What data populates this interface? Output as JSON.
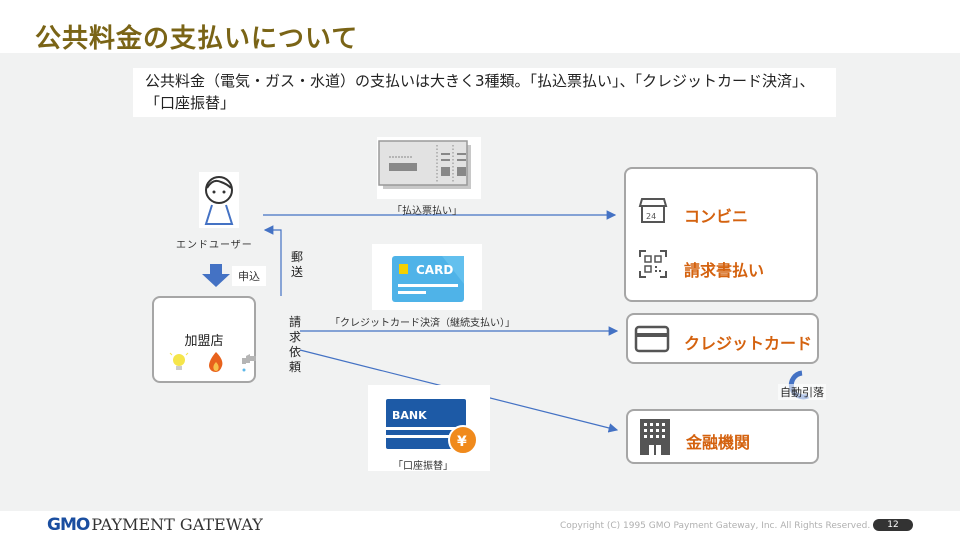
{
  "title": "公共料金の支払いについて",
  "intro_text": "公共料金（電気・ガス・水道）の支払いは大きく3種類。「払込票払い」、「クレジットカード決済」、「口座振替」",
  "diagram": {
    "end_user": {
      "label": "エンドユーザー",
      "icon": "person-icon"
    },
    "merchant": {
      "label": "加盟店",
      "icons": [
        "lightbulb-icon",
        "flame-icon",
        "faucet-icon"
      ]
    },
    "apply_label": "申込",
    "mail_label": "郵送",
    "request_label": "請求依頼",
    "methods": [
      {
        "label": "「払込票払い」",
        "icon": "payment-slip-icon"
      },
      {
        "label": "「クレジットカード決済（継続支払い）」",
        "icon": "credit-card-icon",
        "card_text": "CARD"
      },
      {
        "label": "「口座振替」",
        "icon": "bank-card-icon",
        "card_text": "BANK",
        "badge": "¥"
      }
    ],
    "destinations": {
      "convenience_store": "コンビニ",
      "invoice_payment": "請求書払い",
      "credit_card": "クレジットカード",
      "financial_institution": "金融機関"
    },
    "auto_debit_label": "自動引落"
  },
  "footer": {
    "logo_gmo": "GMO",
    "logo_rest": "PAYMENT GATEWAY",
    "copyright": "Copyright (C) 1995 GMO Payment Gateway, Inc. All Rights Reserved.",
    "page_number": "12"
  },
  "colors": {
    "title": "#7a6416",
    "accent_orange": "#d4620f",
    "line_blue": "#4472c4",
    "background": "#f1f2f2"
  }
}
